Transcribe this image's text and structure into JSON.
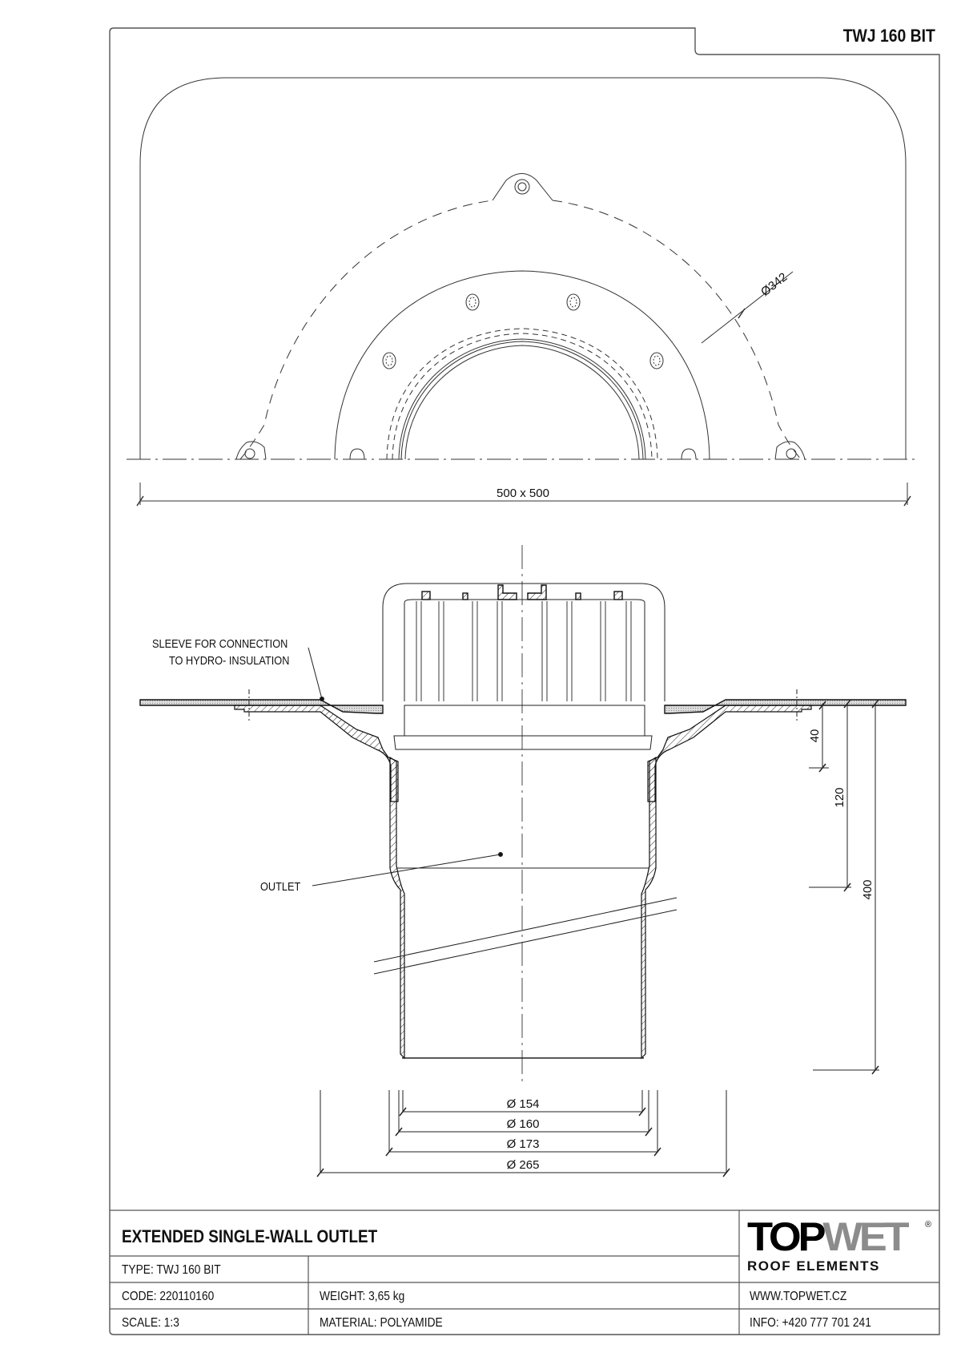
{
  "header": {
    "product_code": "TWJ 160 BIT"
  },
  "plan_view": {
    "diameter_label": "Ø342",
    "overall_dimension": "500 x 500"
  },
  "section_view": {
    "callouts": {
      "sleeve_line1": "SLEEVE FOR CONNECTION",
      "sleeve_line2": "TO HYDRO- INSULATION",
      "outlet": "OUTLET"
    },
    "vertical_dimensions": [
      "40",
      "120",
      "400"
    ],
    "diameter_dimensions": [
      "Ø 154",
      "Ø 160",
      "Ø 173",
      "Ø 265"
    ]
  },
  "title_block": {
    "title": "EXTENDED SINGLE-WALL OUTLET",
    "type": "TYPE: TWJ 160 BIT",
    "code": "CODE: 220110160",
    "weight": "WEIGHT:  3,65 kg",
    "scale": "SCALE: 1:3",
    "material": "MATERIAL: POLYAMIDE",
    "website": "WWW.TOPWET.CZ",
    "info": "INFO: +420 777 701 241",
    "logo": {
      "word1": "TOP",
      "word2": "WET",
      "registered": "®",
      "tagline": "ROOF ELEMENTS",
      "word1_color": "#000000",
      "word2_color": "#8c8c8c"
    }
  }
}
